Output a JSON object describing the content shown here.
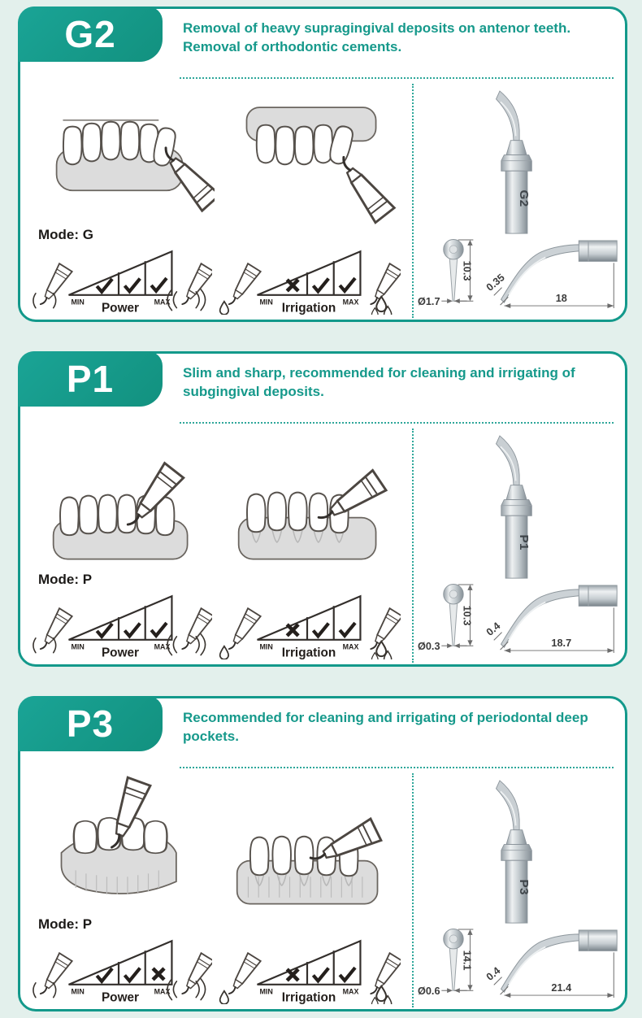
{
  "colors": {
    "accent": "#13998b",
    "background": "#e3f0ec",
    "description_text": "#16998b"
  },
  "labels": {
    "min": "MIN",
    "max": "MAX",
    "power": "Power",
    "irrigation": "Irrigation"
  },
  "cards": [
    {
      "model": "G2",
      "description": "Removal of heavy supragingival deposits on antenor teeth. Removal of orthodontic cements.",
      "mode_label": "Mode: G",
      "power_cells": [
        "check",
        "check",
        "check"
      ],
      "irrigation_cells": [
        "cross",
        "check",
        "check"
      ],
      "tip_engraving": "G2",
      "dims": {
        "diameter": "Ø1.7",
        "height": "10.3",
        "tip_width": "0.35",
        "length": "18"
      }
    },
    {
      "model": "P1",
      "description": "Slim and sharp, recommended for cleaning and irrigating of subgingival deposits.",
      "mode_label": "Mode: P",
      "power_cells": [
        "check",
        "check",
        "check"
      ],
      "irrigation_cells": [
        "cross",
        "check",
        "check"
      ],
      "tip_engraving": "P1",
      "dims": {
        "diameter": "Ø0.3",
        "height": "10.3",
        "tip_width": "0.4",
        "length": "18.7"
      }
    },
    {
      "model": "P3",
      "description": "Recommended for cleaning and irrigating of periodontal deep pockets.",
      "mode_label": "Mode: P",
      "power_cells": [
        "check",
        "check",
        "cross"
      ],
      "irrigation_cells": [
        "cross",
        "check",
        "check"
      ],
      "tip_engraving": "P3",
      "dims": {
        "diameter": "Ø0.6",
        "height": "14.1",
        "tip_width": "0.4",
        "length": "21.4"
      }
    }
  ]
}
